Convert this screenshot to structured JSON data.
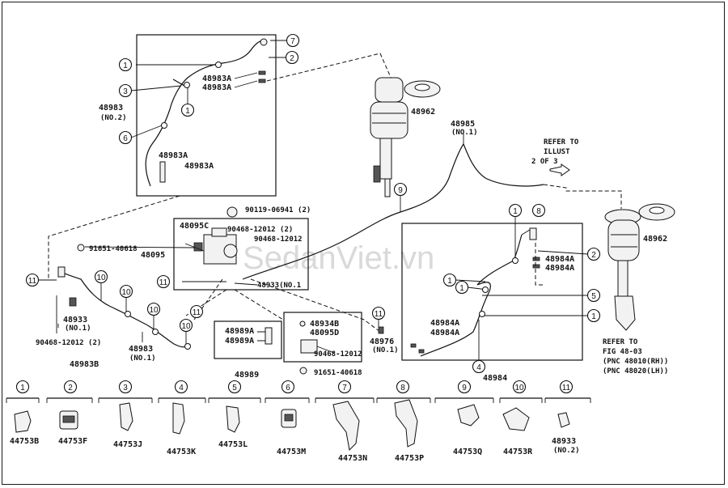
{
  "watermark": "SedanViet.vn",
  "labels": {
    "p48983_no2_a": "48983",
    "p48983_no2_b": "(NO.2)",
    "p48983A_1": "48983A",
    "p48983A_2": "48983A",
    "p48983A_3": "48983A",
    "p48983A_4": "48983A",
    "p48962_top": "48962",
    "p48985_a": "48985",
    "p48985_b": "(NO.1)",
    "refer_illust_1": "REFER TO",
    "refer_illust_2": "ILLUST",
    "refer_illust_3": "2 OF 3",
    "p90119": "90119-06941 (2)",
    "p48095C": "48095C",
    "p90468_a": "90468-12012 (2)",
    "p90468_b": "90468-12012",
    "p48095": "48095",
    "p91651_a": "91651-40618",
    "p48933_no1_box": "48933(NO.1",
    "p48933_no1_a": "48933",
    "p48933_no1_b": "(NO.1)",
    "p90468_c": "90468-12012 (2)",
    "p48983B": "48983B",
    "p48983_no1_a": "48983",
    "p48983_no1_b": "(NO.1)",
    "p48989A_1": "48989A",
    "p48989A_2": "48989A",
    "p48989": "48989",
    "p48934B": "48934B",
    "p48095D": "48095D",
    "p90468_d": "90468-12012",
    "p91651_b": "91651-40618",
    "p48976_a": "48976",
    "p48976_b": "(NO.1)",
    "p48984A_1": "48984A",
    "p48984A_2": "48984A",
    "p48984A_3": "48984A",
    "p48984A_4": "48984A",
    "p48984": "48984",
    "p48962_right": "48962",
    "refer_fig_1": "REFER TO",
    "refer_fig_2": "FIG 48-03",
    "refer_fig_3": "(PNC 48010(RH))",
    "refer_fig_4": "(PNC 48020(LH))"
  },
  "callouts": {
    "c1": "1",
    "c2": "2",
    "c3": "3",
    "c4": "4",
    "c5": "5",
    "c6": "6",
    "c7": "7",
    "c8": "8",
    "c9": "9",
    "c10": "10",
    "c11": "11"
  },
  "legend": [
    {
      "num": "1",
      "part": "44753B"
    },
    {
      "num": "2",
      "part": "44753F"
    },
    {
      "num": "3",
      "part": "44753J"
    },
    {
      "num": "4",
      "part": "44753K"
    },
    {
      "num": "5",
      "part": "44753L"
    },
    {
      "num": "6",
      "part": "44753M"
    },
    {
      "num": "7",
      "part": "44753N"
    },
    {
      "num": "8",
      "part": "44753P"
    },
    {
      "num": "9",
      "part": "44753Q"
    },
    {
      "num": "10",
      "part": "44753R"
    },
    {
      "num": "11",
      "part": "48933",
      "part2": "(NO.2)"
    }
  ]
}
